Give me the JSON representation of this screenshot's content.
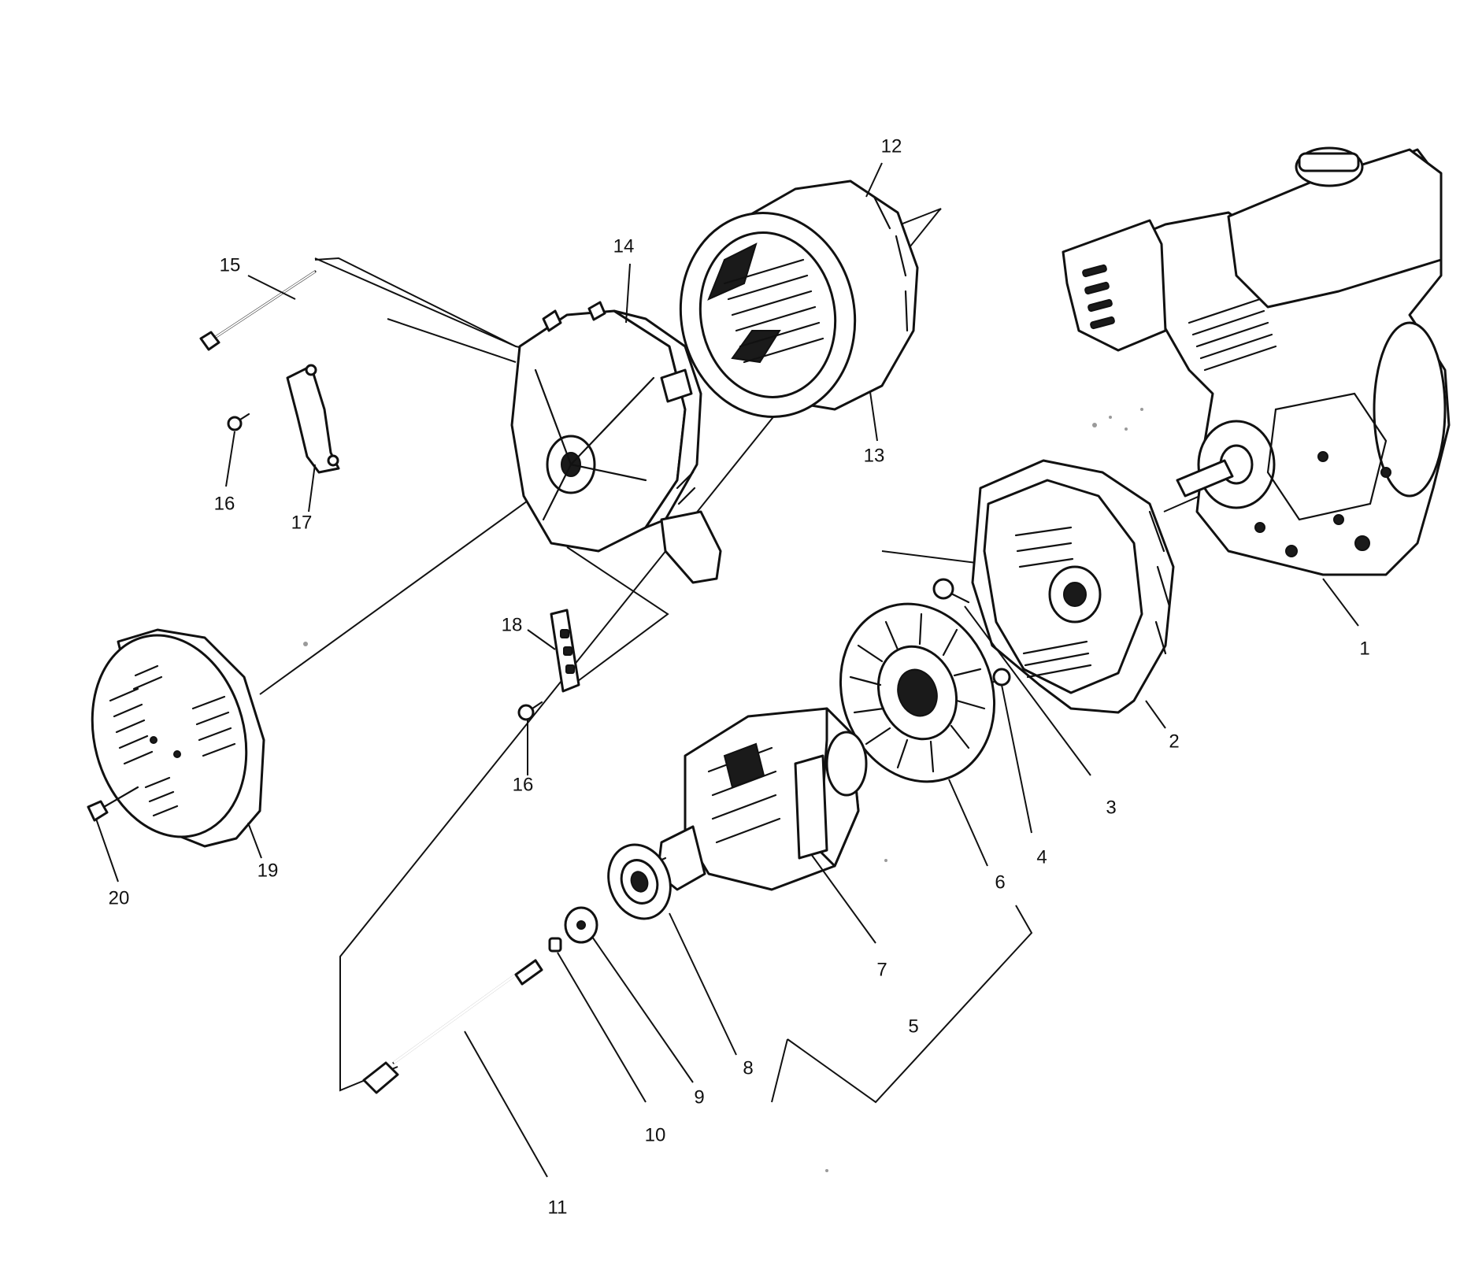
{
  "callouts": {
    "c1": "1",
    "c2": "2",
    "c3": "3",
    "c4": "4",
    "c5": "5",
    "c6": "6",
    "c7": "7",
    "c8": "8",
    "c9": "9",
    "c10": "10",
    "c11": "11",
    "c12": "12",
    "c13": "13",
    "c14": "14",
    "c15": "15",
    "c16a": "16",
    "c16b": "16",
    "c17": "17",
    "c18": "18",
    "c19": "19",
    "c20": "20"
  }
}
